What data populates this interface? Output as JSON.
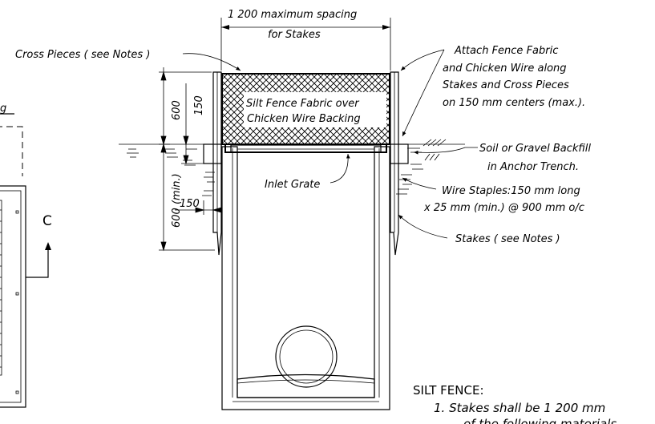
{
  "labels": {
    "spacing_line1": "1 200 maximum spacing",
    "spacing_line2": "for Stakes",
    "cross_pieces": "Cross Pieces ( see Notes )",
    "attach_line1": "Attach Fence Fabric",
    "attach_line2": "and Chicken Wire along",
    "attach_line3": "Stakes and Cross Pieces",
    "attach_line4": "on 150 mm centers (max.).",
    "fabric_line1": "Silt Fence Fabric over",
    "fabric_line2": "Chicken Wire Backing",
    "backfill_line1": "Soil or Gravel Backfill",
    "backfill_line2": "in Anchor Trench.",
    "inlet_grate": "Inlet Grate",
    "staples_line1": "Wire Staples:150 mm long",
    "staples_line2": "x 25 mm (min.) @ 900 mm o/c",
    "stakes": "Stakes ( see Notes )",
    "dim_600_top": "600",
    "dim_150_top": "150",
    "dim_600_min": "600 (min.)",
    "dim_150_left": "150",
    "section_c": "C",
    "left_partial": "g",
    "notes_title": "SILT FENCE:",
    "note_1_line1": "1. Stakes shall be 1 200 mm",
    "note_1_line2": "of the following materials"
  },
  "colors": {
    "ink": "#000000",
    "paper": "#ffffff"
  }
}
